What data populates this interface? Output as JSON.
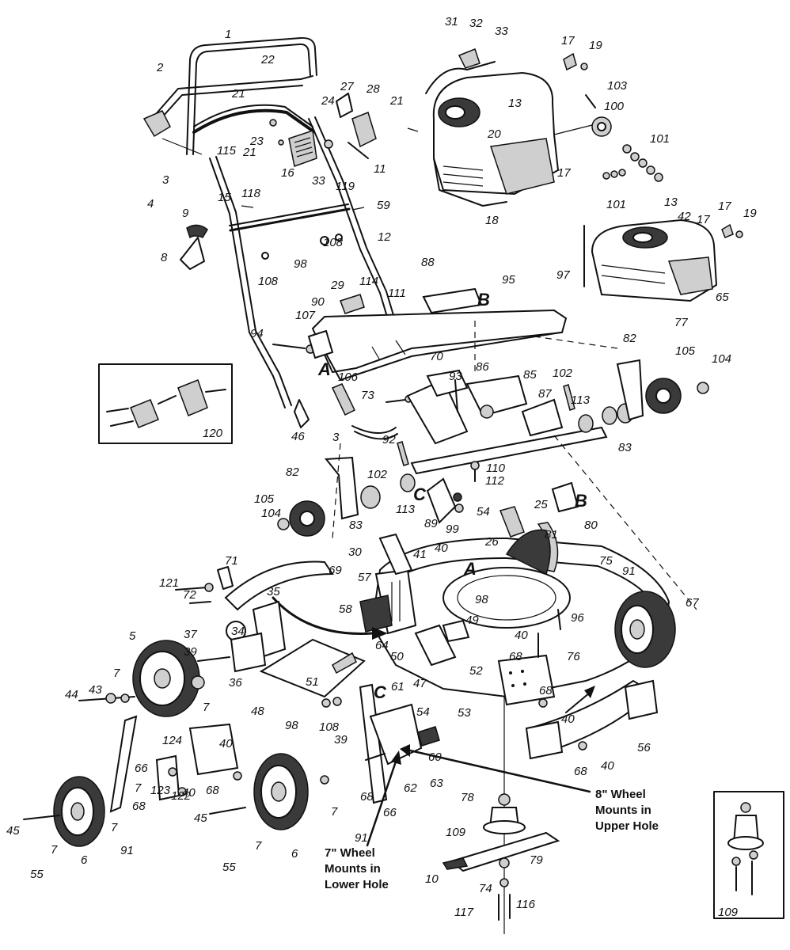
{
  "labels": [
    {
      "id": "l1",
      "text": "1"
    },
    {
      "id": "l2",
      "text": "2"
    },
    {
      "id": "l3a",
      "text": "3"
    },
    {
      "id": "l3b",
      "text": "3"
    },
    {
      "id": "l4",
      "text": "4"
    },
    {
      "id": "l5",
      "text": "5"
    },
    {
      "id": "l6a",
      "text": "6"
    },
    {
      "id": "l6b",
      "text": "6"
    },
    {
      "id": "l7a",
      "text": "7"
    },
    {
      "id": "l7b",
      "text": "7"
    },
    {
      "id": "l7c",
      "text": "7"
    },
    {
      "id": "l7d",
      "text": "7"
    },
    {
      "id": "l7e",
      "text": "7"
    },
    {
      "id": "l7f",
      "text": "7"
    },
    {
      "id": "l7g",
      "text": "7"
    },
    {
      "id": "l8",
      "text": "8"
    },
    {
      "id": "l9",
      "text": "9"
    },
    {
      "id": "l10",
      "text": "10"
    },
    {
      "id": "l11",
      "text": "11"
    },
    {
      "id": "l12",
      "text": "12"
    },
    {
      "id": "l13a",
      "text": "13"
    },
    {
      "id": "l13b",
      "text": "13"
    },
    {
      "id": "l15",
      "text": "15"
    },
    {
      "id": "l16",
      "text": "16"
    },
    {
      "id": "l17a",
      "text": "17"
    },
    {
      "id": "l17b",
      "text": "17"
    },
    {
      "id": "l17c",
      "text": "17"
    },
    {
      "id": "l17d",
      "text": "17"
    },
    {
      "id": "l18",
      "text": "18"
    },
    {
      "id": "l19a",
      "text": "19"
    },
    {
      "id": "l19b",
      "text": "19"
    },
    {
      "id": "l20",
      "text": "20"
    },
    {
      "id": "l21a",
      "text": "21"
    },
    {
      "id": "l21b",
      "text": "21"
    },
    {
      "id": "l21c",
      "text": "21"
    },
    {
      "id": "l22",
      "text": "22"
    },
    {
      "id": "l23",
      "text": "23"
    },
    {
      "id": "l24",
      "text": "24"
    },
    {
      "id": "l25",
      "text": "25"
    },
    {
      "id": "l26",
      "text": "26"
    },
    {
      "id": "l27",
      "text": "27"
    },
    {
      "id": "l28",
      "text": "28"
    },
    {
      "id": "l29",
      "text": "29"
    },
    {
      "id": "l30",
      "text": "30"
    },
    {
      "id": "l31",
      "text": "31"
    },
    {
      "id": "l32",
      "text": "32"
    },
    {
      "id": "l33a",
      "text": "33"
    },
    {
      "id": "l33b",
      "text": "33"
    },
    {
      "id": "l34",
      "text": "34"
    },
    {
      "id": "l35",
      "text": "35"
    },
    {
      "id": "l36",
      "text": "36"
    },
    {
      "id": "l37",
      "text": "37"
    },
    {
      "id": "l39a",
      "text": "39"
    },
    {
      "id": "l39b",
      "text": "39"
    },
    {
      "id": "l40a",
      "text": "40"
    },
    {
      "id": "l40b",
      "text": "40"
    },
    {
      "id": "l40c",
      "text": "40"
    },
    {
      "id": "l40d",
      "text": "40"
    },
    {
      "id": "l40e",
      "text": "40"
    },
    {
      "id": "l40f",
      "text": "40"
    },
    {
      "id": "l41",
      "text": "41"
    },
    {
      "id": "l42",
      "text": "42"
    },
    {
      "id": "l43",
      "text": "43"
    },
    {
      "id": "l44",
      "text": "44"
    },
    {
      "id": "l45a",
      "text": "45"
    },
    {
      "id": "l45b",
      "text": "45"
    },
    {
      "id": "l46",
      "text": "46"
    },
    {
      "id": "l47",
      "text": "47"
    },
    {
      "id": "l48",
      "text": "48"
    },
    {
      "id": "l49",
      "text": "49"
    },
    {
      "id": "l50",
      "text": "50"
    },
    {
      "id": "l51",
      "text": "51"
    },
    {
      "id": "l52",
      "text": "52"
    },
    {
      "id": "l53",
      "text": "53"
    },
    {
      "id": "l54a",
      "text": "54"
    },
    {
      "id": "l54b",
      "text": "54"
    },
    {
      "id": "l55a",
      "text": "55"
    },
    {
      "id": "l55b",
      "text": "55"
    },
    {
      "id": "l56",
      "text": "56"
    },
    {
      "id": "l57",
      "text": "57"
    },
    {
      "id": "l58",
      "text": "58"
    },
    {
      "id": "l59",
      "text": "59"
    },
    {
      "id": "l60",
      "text": "60"
    },
    {
      "id": "l61",
      "text": "61"
    },
    {
      "id": "l62",
      "text": "62"
    },
    {
      "id": "l63",
      "text": "63"
    },
    {
      "id": "l64",
      "text": "64"
    },
    {
      "id": "l65",
      "text": "65"
    },
    {
      "id": "l66a",
      "text": "66"
    },
    {
      "id": "l66b",
      "text": "66"
    },
    {
      "id": "l67",
      "text": "67"
    },
    {
      "id": "l68a",
      "text": "68"
    },
    {
      "id": "l68b",
      "text": "68"
    },
    {
      "id": "l68c",
      "text": "68"
    },
    {
      "id": "l68d",
      "text": "68"
    },
    {
      "id": "l68e",
      "text": "68"
    },
    {
      "id": "l68f",
      "text": "68"
    },
    {
      "id": "l69",
      "text": "69"
    },
    {
      "id": "l70",
      "text": "70"
    },
    {
      "id": "l71",
      "text": "71"
    },
    {
      "id": "l72",
      "text": "72"
    },
    {
      "id": "l73",
      "text": "73"
    },
    {
      "id": "l74",
      "text": "74"
    },
    {
      "id": "l75",
      "text": "75"
    },
    {
      "id": "l76",
      "text": "76"
    },
    {
      "id": "l77",
      "text": "77"
    },
    {
      "id": "l78",
      "text": "78"
    },
    {
      "id": "l79",
      "text": "79"
    },
    {
      "id": "l80",
      "text": "80"
    },
    {
      "id": "l81",
      "text": "81"
    },
    {
      "id": "l82a",
      "text": "82"
    },
    {
      "id": "l82b",
      "text": "82"
    },
    {
      "id": "l83a",
      "text": "83"
    },
    {
      "id": "l83b",
      "text": "83"
    },
    {
      "id": "l85",
      "text": "85"
    },
    {
      "id": "l86",
      "text": "86"
    },
    {
      "id": "l87",
      "text": "87"
    },
    {
      "id": "l88",
      "text": "88"
    },
    {
      "id": "l89",
      "text": "89"
    },
    {
      "id": "l90",
      "text": "90"
    },
    {
      "id": "l91a",
      "text": "91"
    },
    {
      "id": "l91b",
      "text": "91"
    },
    {
      "id": "l91c",
      "text": "91"
    },
    {
      "id": "l92",
      "text": "92"
    },
    {
      "id": "l93",
      "text": "93"
    },
    {
      "id": "l94",
      "text": "94"
    },
    {
      "id": "l95",
      "text": "95"
    },
    {
      "id": "l96",
      "text": "96"
    },
    {
      "id": "l97",
      "text": "97"
    },
    {
      "id": "l98a",
      "text": "98"
    },
    {
      "id": "l98b",
      "text": "98"
    },
    {
      "id": "l98c",
      "text": "98"
    },
    {
      "id": "l99",
      "text": "99"
    },
    {
      "id": "l100",
      "text": "100"
    },
    {
      "id": "l101a",
      "text": "101"
    },
    {
      "id": "l101b",
      "text": "101"
    },
    {
      "id": "l102a",
      "text": "102"
    },
    {
      "id": "l102b",
      "text": "102"
    },
    {
      "id": "l103",
      "text": "103"
    },
    {
      "id": "l104a",
      "text": "104"
    },
    {
      "id": "l104b",
      "text": "104"
    },
    {
      "id": "l105a",
      "text": "105"
    },
    {
      "id": "l105b",
      "text": "105"
    },
    {
      "id": "l106",
      "text": "106"
    },
    {
      "id": "l107",
      "text": "107"
    },
    {
      "id": "l108a",
      "text": "108"
    },
    {
      "id": "l108b",
      "text": "108"
    },
    {
      "id": "l108c",
      "text": "108"
    },
    {
      "id": "l109a",
      "text": "109"
    },
    {
      "id": "l109b",
      "text": "109"
    },
    {
      "id": "l110",
      "text": "110"
    },
    {
      "id": "l111",
      "text": "111"
    },
    {
      "id": "l112",
      "text": "112"
    },
    {
      "id": "l113a",
      "text": "113"
    },
    {
      "id": "l113b",
      "text": "113"
    },
    {
      "id": "l114",
      "text": "114"
    },
    {
      "id": "l115",
      "text": "115"
    },
    {
      "id": "l116",
      "text": "116"
    },
    {
      "id": "l117",
      "text": "117"
    },
    {
      "id": "l118",
      "text": "118"
    },
    {
      "id": "l119",
      "text": "119"
    },
    {
      "id": "l120",
      "text": "120"
    },
    {
      "id": "l121",
      "text": "121"
    },
    {
      "id": "l122",
      "text": "122"
    },
    {
      "id": "l123",
      "text": "123"
    },
    {
      "id": "l124",
      "text": "124"
    }
  ],
  "letters": [
    {
      "id": "A1",
      "text": "A"
    },
    {
      "id": "A2",
      "text": "A"
    },
    {
      "id": "B1",
      "text": "B"
    },
    {
      "id": "B2",
      "text": "B"
    },
    {
      "id": "C1",
      "text": "C"
    },
    {
      "id": "C2",
      "text": "C"
    }
  ],
  "notes": {
    "wheel8": [
      "8\" Wheel",
      "Mounts in",
      "Upper Hole"
    ],
    "wheel7": [
      "7\" Wheel",
      "Mounts in",
      "Lower Hole"
    ]
  }
}
